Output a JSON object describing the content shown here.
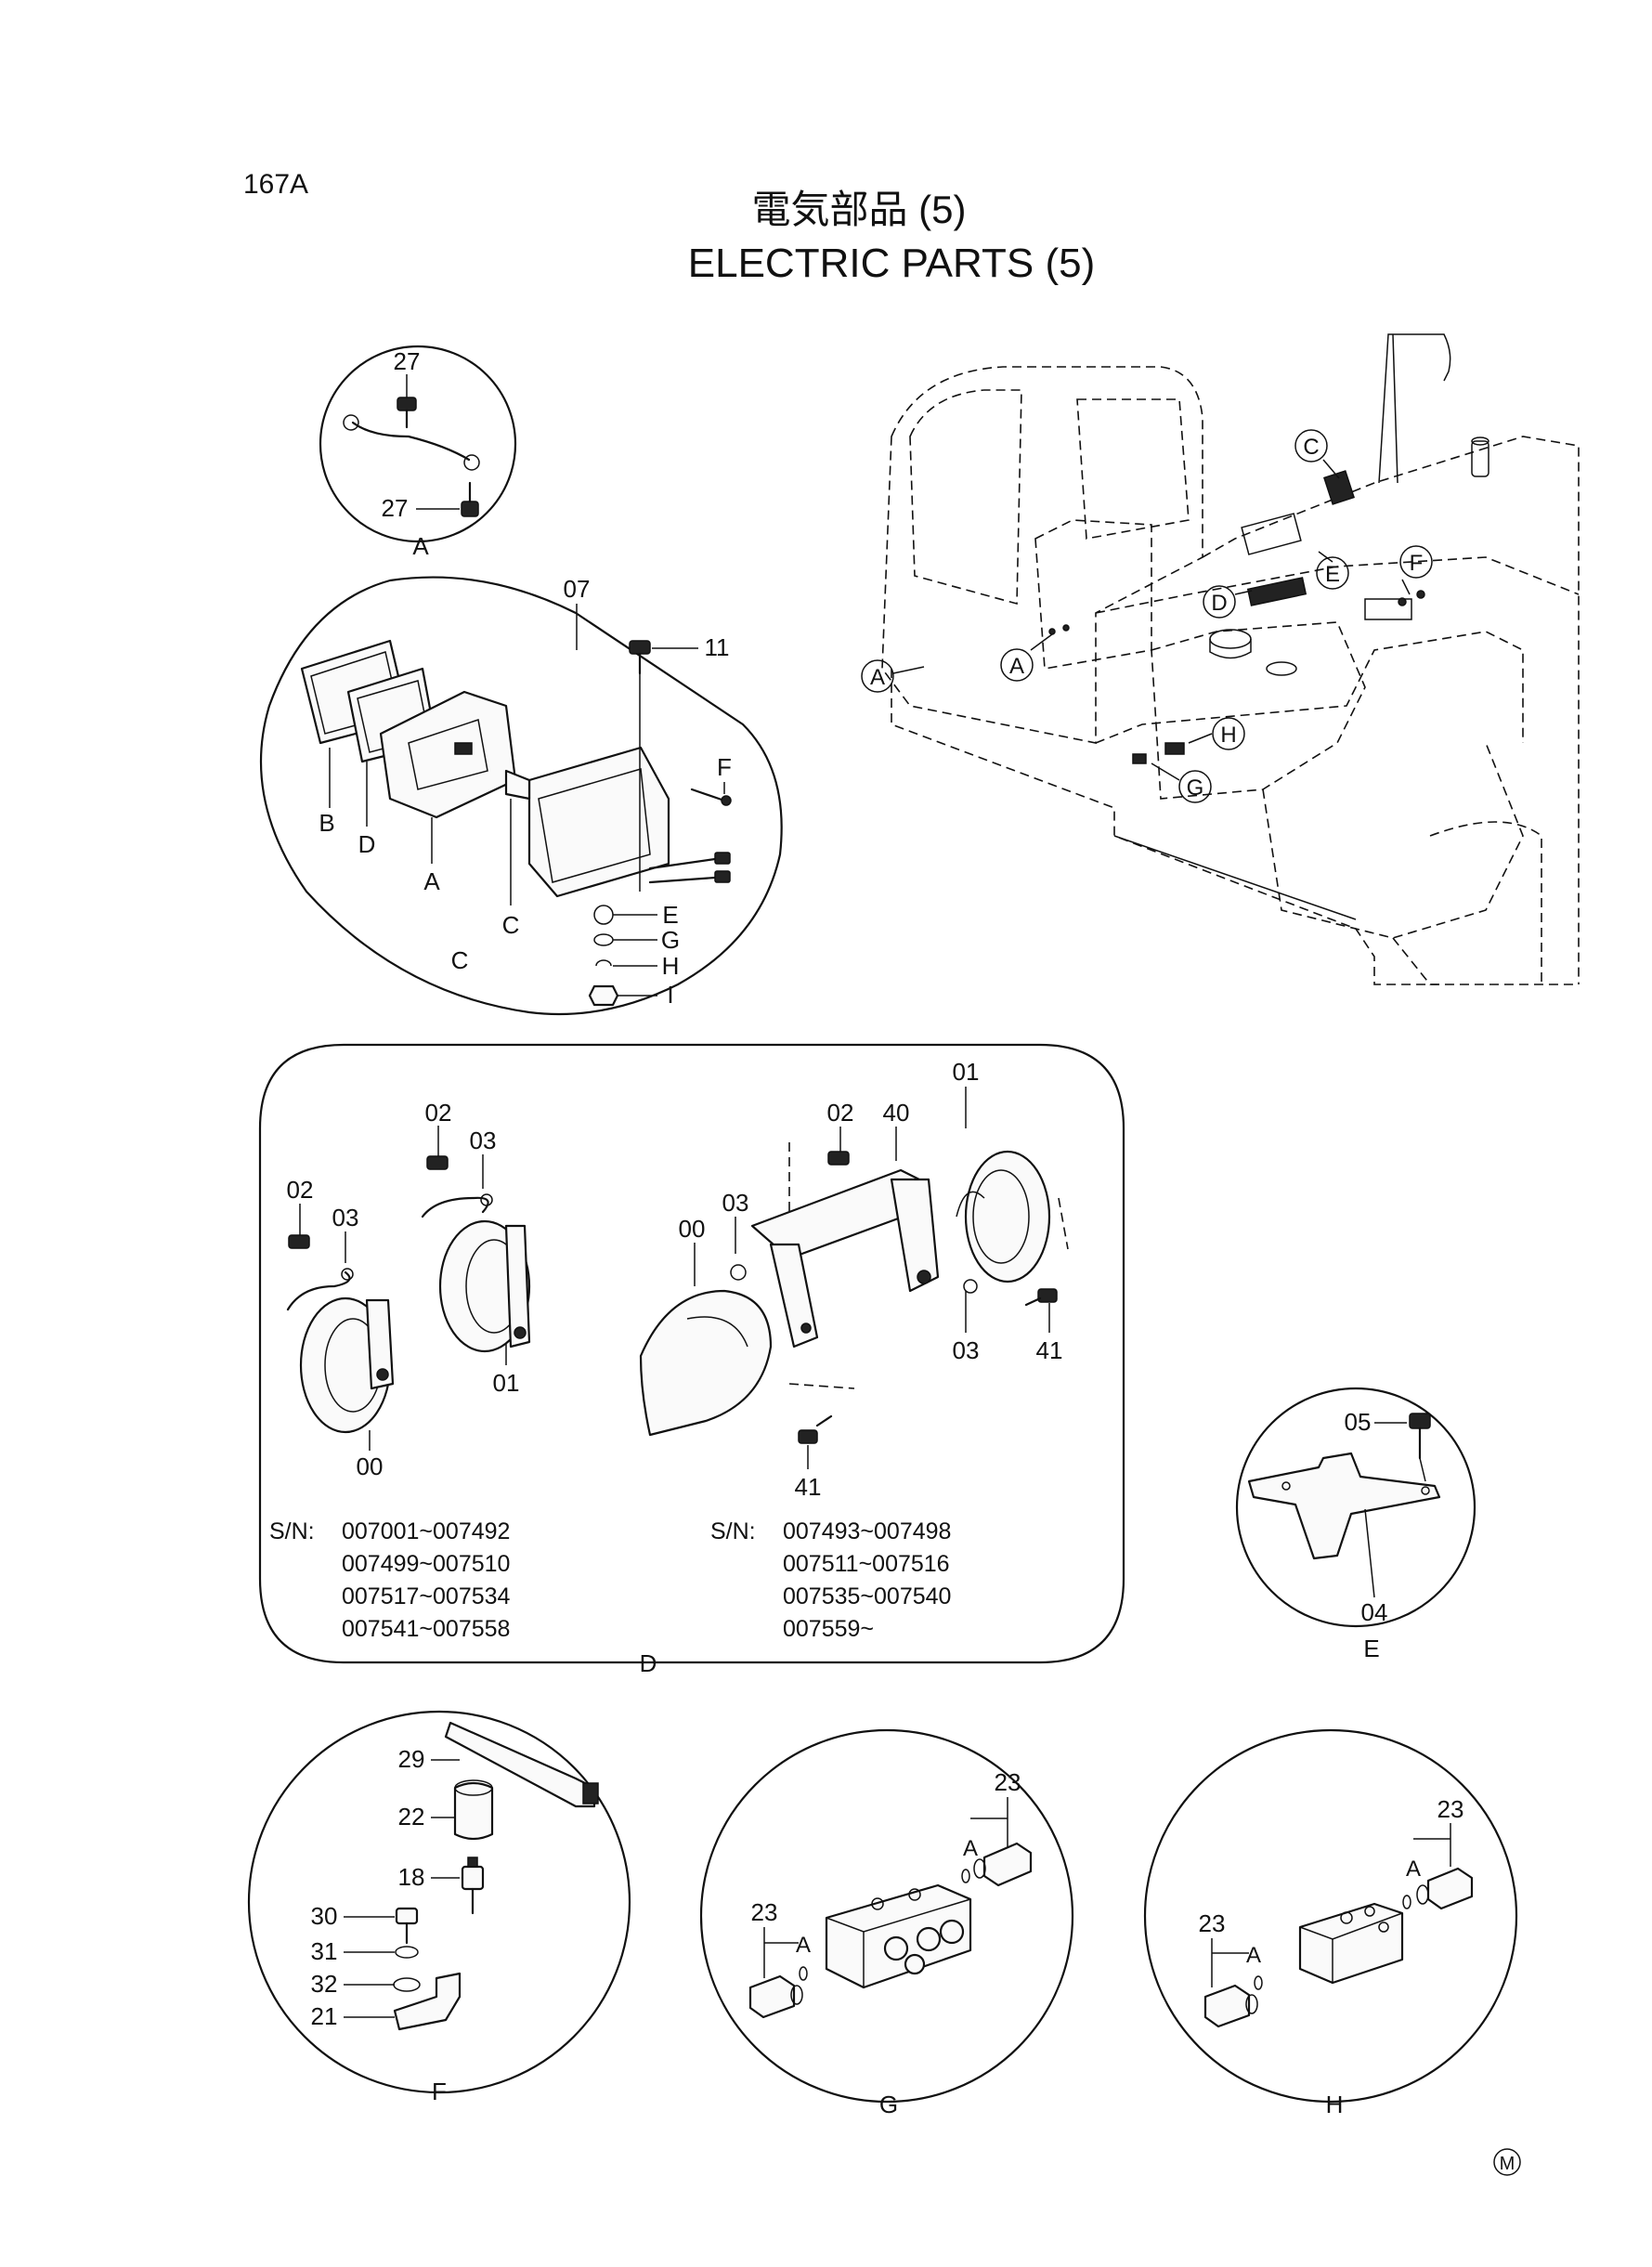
{
  "page_number": "167A",
  "title_jp": "電気部品 (5)",
  "title_en": "ELECTRIC PARTS (5)",
  "mark": "M",
  "callouts": {
    "A": "A",
    "B": "B",
    "C": "C",
    "D": "D",
    "E": "E",
    "F": "F",
    "G": "G",
    "H": "H",
    "I": "I"
  },
  "parts": {
    "p00": "00",
    "p01": "01",
    "p02": "02",
    "p03": "03",
    "p04": "04",
    "p05": "05",
    "p07": "07",
    "p11": "11",
    "p18": "18",
    "p21": "21",
    "p22": "22",
    "p23": "23",
    "p27": "27",
    "p29": "29",
    "p30": "30",
    "p31": "31",
    "p32": "32",
    "p40": "40",
    "p41": "41"
  },
  "serial_numbers": {
    "prefix": "S/N:",
    "left": [
      "007001~007492",
      "007499~007510",
      "007517~007534",
      "007541~007558"
    ],
    "right": [
      "007493~007498",
      "007511~007516",
      "007535~007540",
      "007559~"
    ]
  }
}
